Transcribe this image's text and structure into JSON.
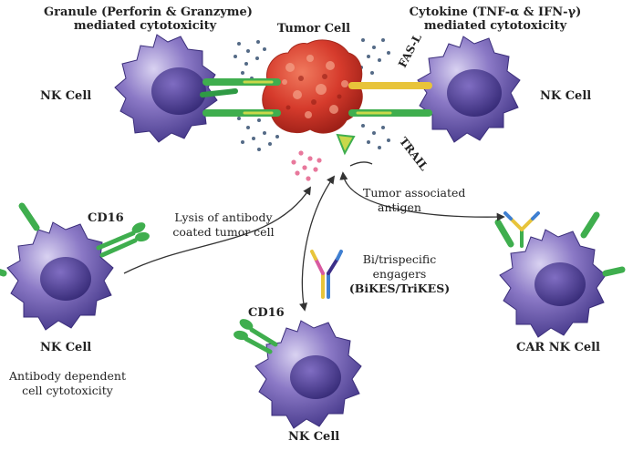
{
  "header": {
    "granule_line1": "Granule (Perforin & Granzyme)",
    "granule_line2": "mediated cytotoxicity",
    "tumor_cell": "Tumor Cell",
    "cytokine_line1": "Cytokine (TNF-α & IFN-γ)",
    "cytokine_line2": "mediated cytotoxicity"
  },
  "labels": {
    "nk_cell_top_left": "NK Cell",
    "nk_cell_top_right": "NK Cell",
    "fas_l": "FAS-L",
    "trail": "TRAIL",
    "tumor_antigen_line1": "Tumor associated",
    "tumor_antigen_line2": "antigen",
    "lysis_line1": "Lysis of antibody",
    "lysis_line2": "coated tumor cell",
    "cd16_left": "CD16",
    "cd16_bottom": "CD16",
    "nk_cell_left": "NK Cell",
    "adcc_line1": "Antibody dependent",
    "adcc_line2": "cell cytotoxicity",
    "engagers_line1": "Bi/trispecific",
    "engagers_line2": "engagers",
    "engagers_line3": "(BiKES/TriKES)",
    "nk_cell_bottom": "NK Cell",
    "car_nk_cell": "CAR NK Cell"
  },
  "colors": {
    "nk_cell": "#6f5cae",
    "nk_nucleus": "#3e2f86",
    "tumor": "#d63b2c",
    "receptor_green": "#3fae4e",
    "fasl_yellow": "#e8c43a",
    "granule_dots": "#546a86",
    "pink_dots": "#e8789c"
  }
}
